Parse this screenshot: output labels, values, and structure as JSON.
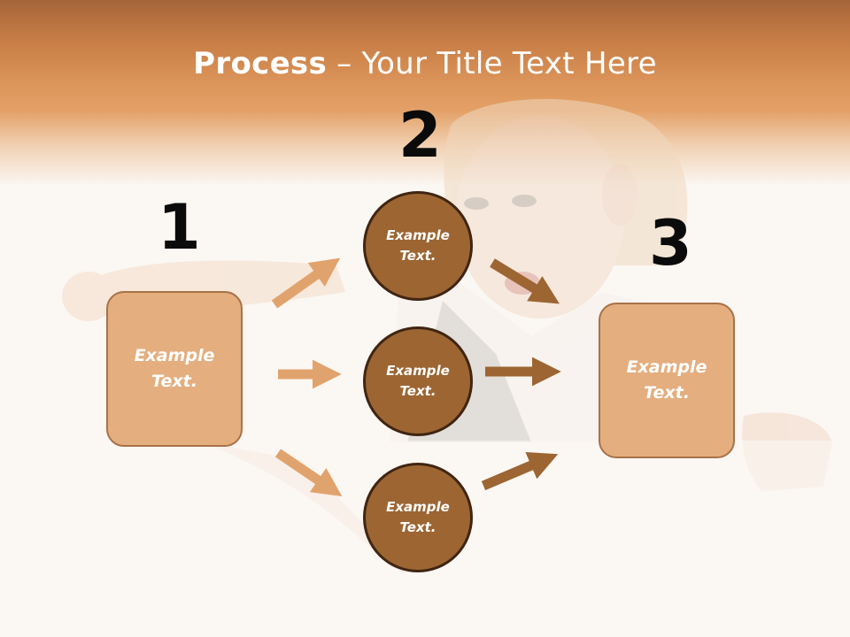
{
  "slide": {
    "title_bold": "Process",
    "title_rest": " – Your Title Text Here"
  },
  "steps": {
    "one": {
      "number": "1",
      "text": "Example Text."
    },
    "two": {
      "number": "2"
    },
    "three": {
      "number": "3",
      "text": "Example Text."
    }
  },
  "nodes": [
    {
      "text": "Example Text."
    },
    {
      "text": "Example Text."
    },
    {
      "text": "Example Text."
    }
  ],
  "colors": {
    "header": "#dc955a",
    "light_arrow": "#e1a36d",
    "dark_arrow": "#9c6532",
    "box_fill": "#e4ae7f",
    "circle_fill": "#9c6532"
  }
}
